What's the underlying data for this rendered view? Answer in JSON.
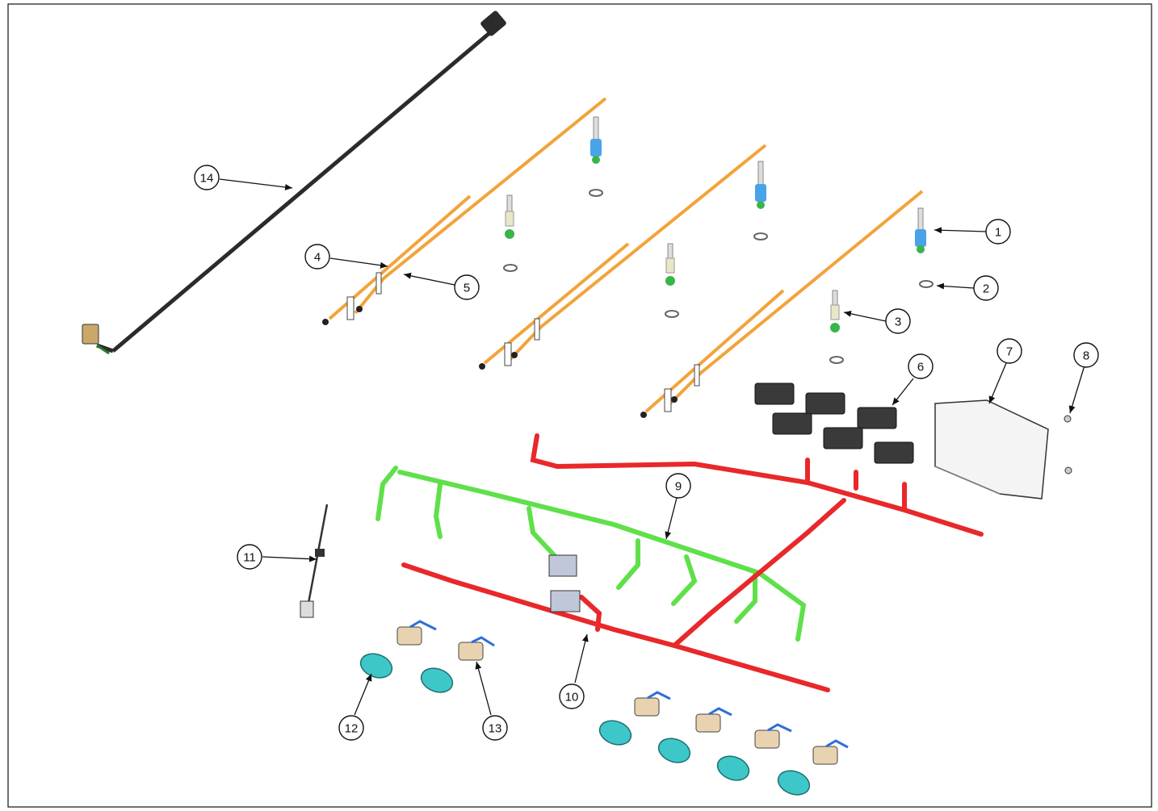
{
  "callouts": {
    "c1": "1",
    "c2": "2",
    "c3": "3",
    "c4": "4",
    "c5": "5",
    "c6": "6",
    "c7": "7",
    "c8": "8",
    "c9": "9",
    "c10": "10",
    "c11": "11",
    "c12": "12",
    "c13": "13",
    "c14": "14"
  },
  "colors": {
    "cord": "#2b2b2b",
    "ignition_wire": "#f2a33a",
    "harness_green": "#5fe04a",
    "harness_red": "#e8282a",
    "spark_plug_blue": "#4aa3e8",
    "seal_teal": "#3ec7c9",
    "coil_black": "#3a3a3a",
    "module_white": "#f4f4f4"
  }
}
